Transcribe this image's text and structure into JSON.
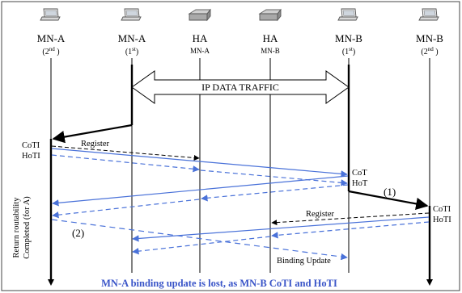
{
  "nodes": [
    {
      "id": "mn-a-2nd",
      "label": "MN-A",
      "sub_prefix": "(2",
      "sub_sup": "nd",
      "sub_suffix": " )",
      "icon": "laptop-icon"
    },
    {
      "id": "mn-a-1st",
      "label": "MN-A",
      "sub_prefix": "(1",
      "sub_sup": "st",
      "sub_suffix": ")",
      "icon": "laptop-icon"
    },
    {
      "id": "ha-mn-a",
      "label": "HA",
      "sub_prefix": "MN-A",
      "sub_sup": "",
      "sub_suffix": "",
      "icon": "router-icon"
    },
    {
      "id": "ha-mn-b",
      "label": "HA",
      "sub_prefix": "MN-B",
      "sub_sup": "",
      "sub_suffix": "",
      "icon": "router-icon"
    },
    {
      "id": "mn-b-1st",
      "label": "MN-B",
      "sub_prefix": "(1",
      "sub_sup": "st",
      "sub_suffix": ")",
      "icon": "laptop-icon"
    },
    {
      "id": "mn-b-2nd",
      "label": "MN-B",
      "sub_prefix": "(2",
      "sub_sup": "nd",
      "sub_suffix": " )",
      "icon": "laptop-icon"
    }
  ],
  "ip_traffic_label": "IP DATA TRAFFIC",
  "messages": {
    "coti_left": "CoTI",
    "hoti_left": "HoTI",
    "register_top": "Register",
    "cot_right": "CoT",
    "hot_right": "HoT",
    "step_1": "(1)",
    "coti_right": "CoTI",
    "hoti_right": "HoTI",
    "register_bottom": "Register",
    "step_2": "(2)",
    "binding_update": "Binding Update"
  },
  "side_label_line1": "Return routability",
  "side_label_line2": "Completed (for A)",
  "caption": "MN-A binding update is lost, as MN-B CoTI and HoTI",
  "colors": {
    "blue": "#4a72d9",
    "caption_blue": "#3a55c8",
    "black": "#000000",
    "icon_gray": "#9a9a9a"
  }
}
